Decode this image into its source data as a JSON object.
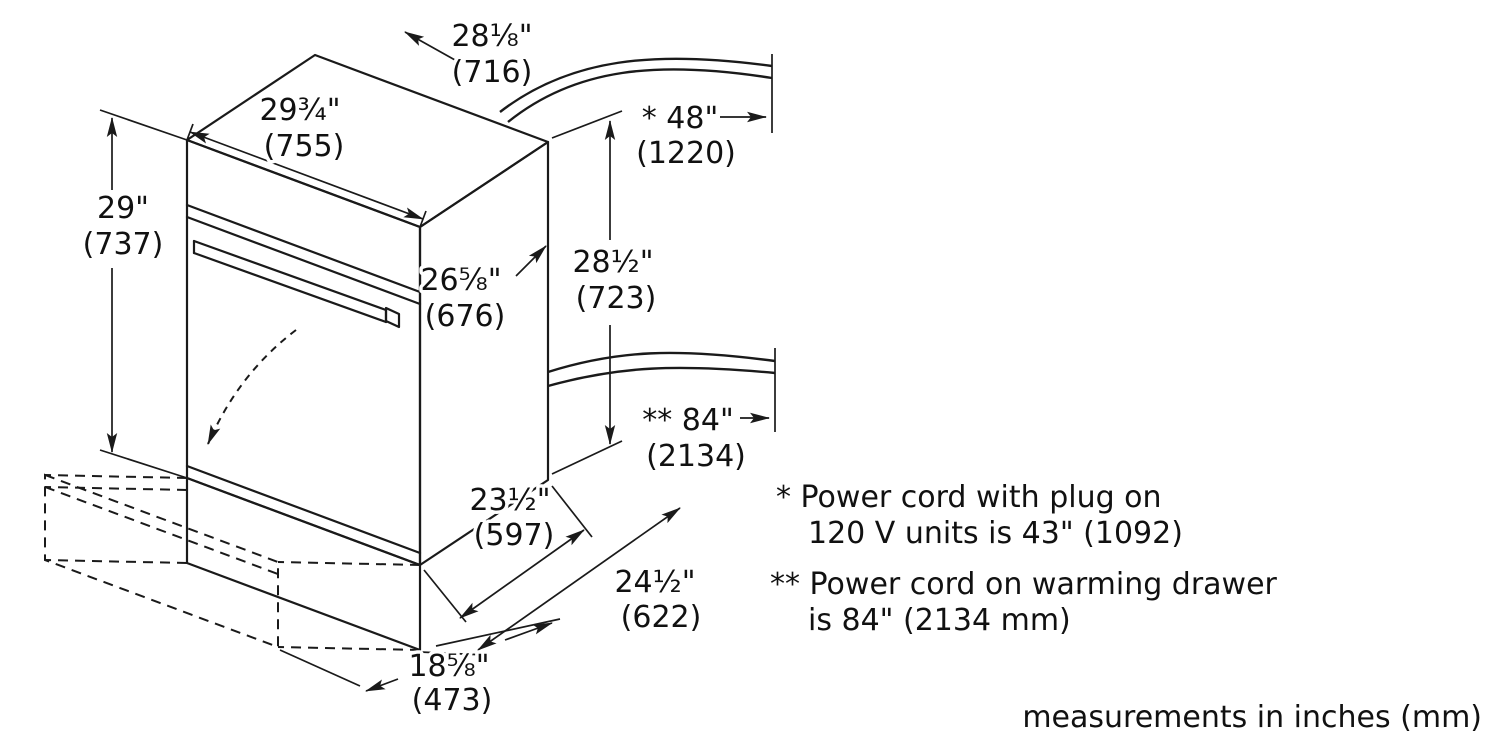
{
  "canvas": {
    "background": "#ffffff",
    "line_color": "#1a1a1a",
    "text_color": "#111111"
  },
  "dimensions": {
    "top_depth": {
      "in": "28⅛\"",
      "mm": "(716)"
    },
    "top_width": {
      "in": "29¾\"",
      "mm": "(755)"
    },
    "overall_height": {
      "in": "29\"",
      "mm": "(737)"
    },
    "cord_top": {
      "in": "* 48\"",
      "mm": "(1220)"
    },
    "body_height": {
      "in": "28½\"",
      "mm": "(723)"
    },
    "door_width": {
      "in": "26⅝\"",
      "mm": "(676)"
    },
    "cord_bottom": {
      "in": "** 84\"",
      "mm": "(2134)"
    },
    "body_depth": {
      "in": "23½\"",
      "mm": "(597)"
    },
    "overall_depth": {
      "in": "24½\"",
      "mm": "(622)"
    },
    "drawer_extension": {
      "in": "18⅝\"",
      "mm": "(473)"
    }
  },
  "notes": {
    "cord_note_1_line_1": "* Power cord with plug on",
    "cord_note_1_line_2": "120 V units is 43\" (1092)",
    "cord_note_2_line_1": "** Power cord on warming drawer",
    "cord_note_2_line_2": "is 84\" (2134 mm)",
    "units_note": "measurements in inches (mm)"
  }
}
